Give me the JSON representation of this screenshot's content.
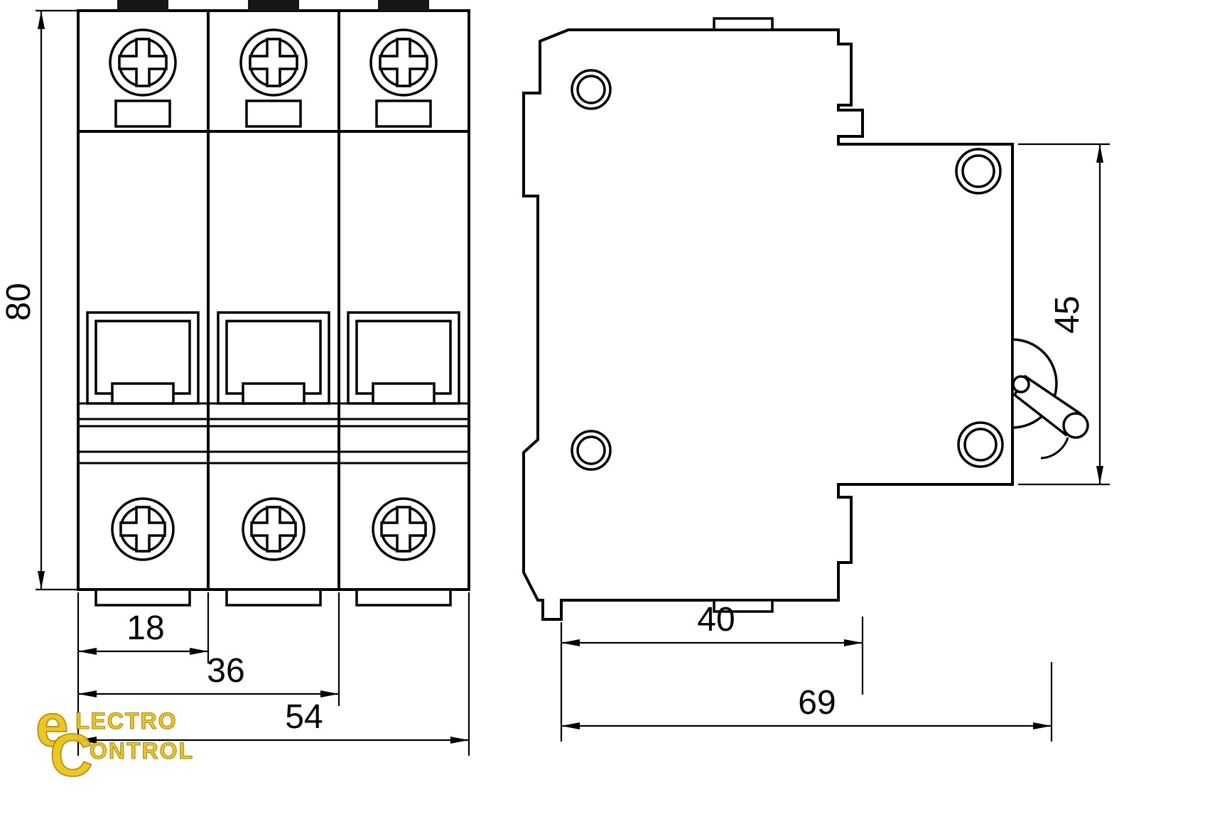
{
  "front_view": {
    "label_height": "80",
    "label_pole_width": "18",
    "label_two_poles_width": "36",
    "label_total_width": "54"
  },
  "side_view": {
    "label_face_height": "45",
    "label_depth_partial": "40",
    "label_depth_total": "69"
  },
  "watermark": {
    "line1_initial": "e",
    "line1_text": "LECTRO",
    "line2_initial": "C",
    "line2_text": "ONTROL"
  },
  "colors": {
    "line": "#000000",
    "background": "#ffffff",
    "terminal_clamp": "#161616",
    "watermark": "#eec417"
  }
}
